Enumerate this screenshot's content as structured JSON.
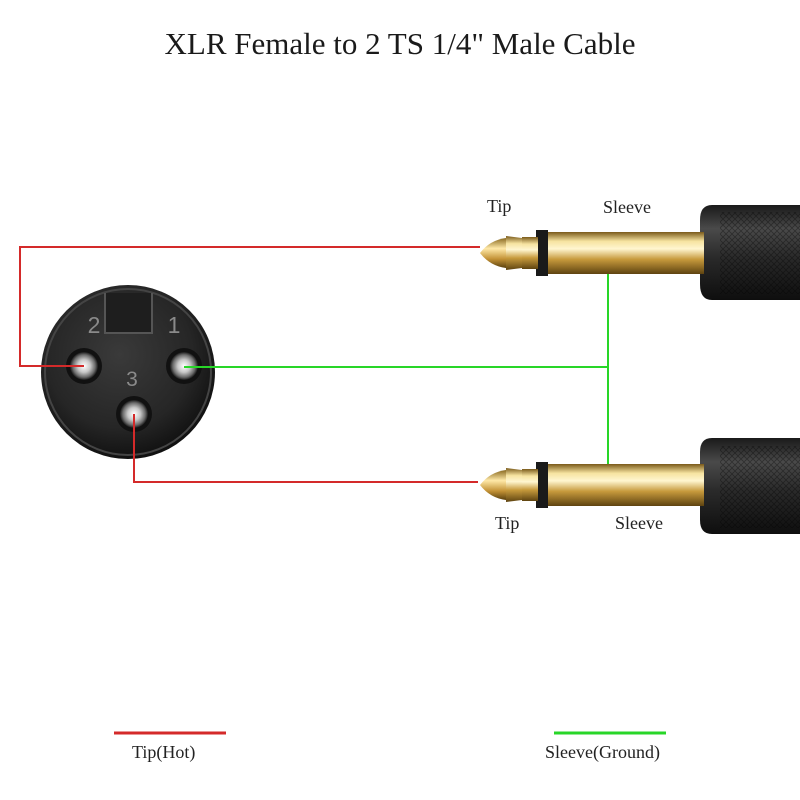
{
  "title": "XLR Female to 2 TS 1/4\" Male Cable",
  "xlr": {
    "pins": [
      "1",
      "2",
      "3"
    ]
  },
  "plug_top": {
    "tip_label": "Tip",
    "sleeve_label": "Sleeve"
  },
  "plug_bottom": {
    "tip_label": "Tip",
    "sleeve_label": "Sleeve"
  },
  "legend": {
    "hot": {
      "label": "Tip(Hot)",
      "color": "#d42a2a"
    },
    "ground": {
      "label": "Sleeve(Ground)",
      "color": "#28d628"
    }
  },
  "colors": {
    "hot_wire": "#d42a2a",
    "ground_wire": "#28d628"
  }
}
